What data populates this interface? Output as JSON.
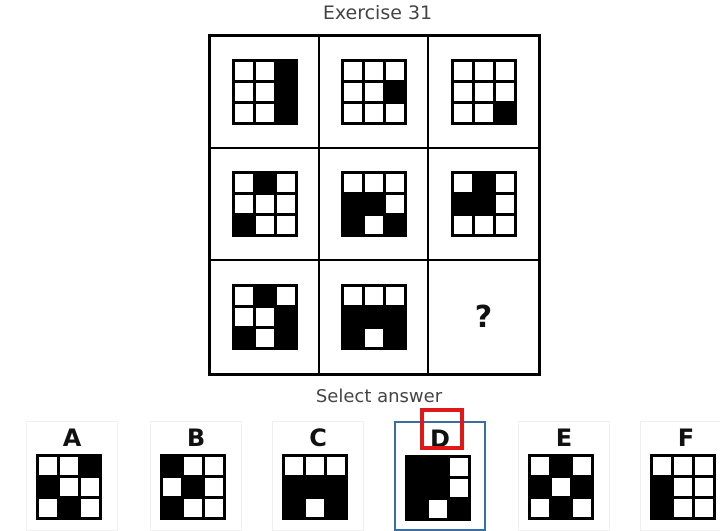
{
  "title": "Exercise 31",
  "select_label": "Select answer",
  "question_mark": "?",
  "colors": {
    "filled": "#000000",
    "empty": "#ffffff",
    "selected_border": "#3a6ea0",
    "highlight": "#e11818"
  },
  "puzzle": [
    [
      [
        0,
        0,
        1,
        0,
        0,
        1,
        0,
        0,
        1
      ],
      [
        0,
        0,
        0,
        0,
        0,
        1,
        0,
        0,
        0
      ],
      [
        0,
        0,
        0,
        0,
        0,
        0,
        0,
        0,
        1
      ]
    ],
    [
      [
        0,
        1,
        0,
        0,
        0,
        0,
        1,
        0,
        0
      ],
      [
        0,
        0,
        0,
        1,
        1,
        0,
        1,
        0,
        1
      ],
      [
        0,
        1,
        0,
        1,
        1,
        0,
        0,
        0,
        0
      ]
    ],
    [
      [
        0,
        1,
        0,
        0,
        0,
        1,
        1,
        0,
        1
      ],
      [
        0,
        0,
        0,
        1,
        1,
        1,
        1,
        0,
        1
      ],
      null
    ]
  ],
  "options": [
    {
      "letter": "A",
      "grid": [
        0,
        0,
        1,
        1,
        0,
        0,
        0,
        1,
        0
      ]
    },
    {
      "letter": "B",
      "grid": [
        1,
        0,
        0,
        0,
        1,
        0,
        1,
        0,
        0
      ]
    },
    {
      "letter": "C",
      "grid": [
        0,
        0,
        0,
        1,
        1,
        1,
        1,
        0,
        1
      ]
    },
    {
      "letter": "D",
      "grid": [
        1,
        1,
        0,
        1,
        1,
        0,
        1,
        0,
        1
      ],
      "selected": true
    },
    {
      "letter": "E",
      "grid": [
        0,
        1,
        0,
        1,
        0,
        1,
        0,
        1,
        0
      ]
    },
    {
      "letter": "F",
      "grid": [
        0,
        0,
        0,
        1,
        0,
        0,
        1,
        0,
        0
      ]
    }
  ]
}
